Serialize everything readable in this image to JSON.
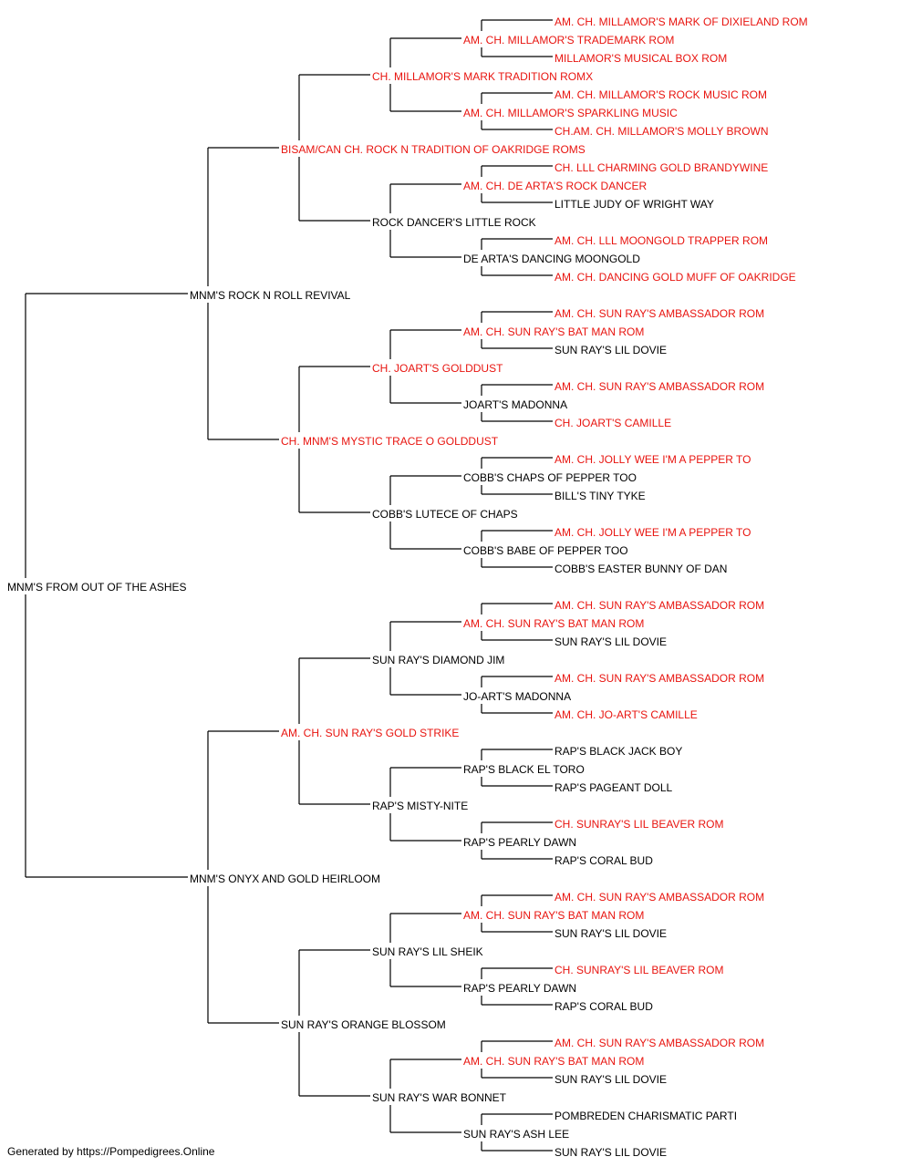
{
  "colors": {
    "champion": "#e8140f",
    "normal": "#000000",
    "line": "#000000"
  },
  "subject": {
    "name": "MNM'S FROM OUT OF THE ASHES",
    "champion": false
  },
  "generations": [
    [
      {
        "name": "MNM'S ROCK N ROLL REVIVAL",
        "champion": false
      },
      {
        "name": "MNM'S ONYX AND GOLD HEIRLOOM",
        "champion": false
      }
    ],
    [
      {
        "name": "BISAM/CAN CH. ROCK N TRADITION OF OAKRIDGE ROMS",
        "champion": true
      },
      {
        "name": "CH. MNM'S MYSTIC TRACE O GOLDDUST",
        "champion": true
      },
      {
        "name": "AM. CH. SUN RAY'S GOLD STRIKE",
        "champion": true
      },
      {
        "name": "SUN RAY'S ORANGE BLOSSOM",
        "champion": false
      }
    ],
    [
      {
        "name": "CH. MILLAMOR'S MARK TRADITION ROMX",
        "champion": true
      },
      {
        "name": "ROCK DANCER'S LITTLE ROCK",
        "champion": false
      },
      {
        "name": "CH. JOART'S GOLDDUST",
        "champion": true
      },
      {
        "name": "COBB'S LUTECE OF CHAPS",
        "champion": false
      },
      {
        "name": "SUN RAY'S DIAMOND JIM",
        "champion": false
      },
      {
        "name": "RAP'S MISTY-NITE",
        "champion": false
      },
      {
        "name": "SUN RAY'S LIL SHEIK",
        "champion": false
      },
      {
        "name": "SUN RAY'S WAR BONNET",
        "champion": false
      }
    ],
    [
      {
        "name": "AM. CH. MILLAMOR'S TRADEMARK ROM",
        "champion": true
      },
      {
        "name": "AM. CH. MILLAMOR'S SPARKLING MUSIC",
        "champion": true
      },
      {
        "name": "AM. CH. DE ARTA'S ROCK DANCER",
        "champion": true
      },
      {
        "name": "DE ARTA'S DANCING MOONGOLD",
        "champion": false
      },
      {
        "name": "AM. CH. SUN RAY'S BAT MAN ROM",
        "champion": true
      },
      {
        "name": "JOART'S MADONNA",
        "champion": false
      },
      {
        "name": "COBB'S CHAPS OF PEPPER TOO",
        "champion": false
      },
      {
        "name": "COBB'S BABE OF PEPPER TOO",
        "champion": false
      },
      {
        "name": "AM. CH. SUN RAY'S BAT MAN ROM",
        "champion": true
      },
      {
        "name": "JO-ART'S MADONNA",
        "champion": false
      },
      {
        "name": "RAP'S BLACK EL TORO",
        "champion": false
      },
      {
        "name": "RAP'S PEARLY DAWN",
        "champion": false
      },
      {
        "name": "AM. CH. SUN RAY'S BAT MAN ROM",
        "champion": true
      },
      {
        "name": "RAP'S PEARLY DAWN",
        "champion": false
      },
      {
        "name": "AM. CH. SUN RAY'S BAT MAN ROM",
        "champion": true
      },
      {
        "name": "SUN RAY'S ASH LEE",
        "champion": false
      }
    ],
    [
      {
        "name": "AM. CH. MILLAMOR'S MARK OF DIXIELAND ROM",
        "champion": true
      },
      {
        "name": "MILLAMOR'S MUSICAL BOX ROM",
        "champion": true
      },
      {
        "name": "AM. CH. MILLAMOR'S ROCK MUSIC ROM",
        "champion": true
      },
      {
        "name": "CH.AM. CH. MILLAMOR'S MOLLY BROWN",
        "champion": true
      },
      {
        "name": "CH. LLL CHARMING GOLD BRANDYWINE",
        "champion": true
      },
      {
        "name": "LITTLE JUDY OF WRIGHT WAY",
        "champion": false
      },
      {
        "name": "AM. CH. LLL MOONGOLD TRAPPER ROM",
        "champion": true
      },
      {
        "name": "AM. CH. DANCING GOLD MUFF OF OAKRIDGE",
        "champion": true
      },
      {
        "name": "AM. CH. SUN RAY'S AMBASSADOR ROM",
        "champion": true
      },
      {
        "name": "SUN RAY'S LIL DOVIE",
        "champion": false
      },
      {
        "name": "AM. CH. SUN RAY'S AMBASSADOR ROM",
        "champion": true
      },
      {
        "name": "CH. JOART'S CAMILLE",
        "champion": true
      },
      {
        "name": "AM. CH. JOLLY WEE I'M A PEPPER TO",
        "champion": true
      },
      {
        "name": "BILL'S TINY TYKE",
        "champion": false
      },
      {
        "name": "AM. CH. JOLLY WEE I'M A PEPPER TO",
        "champion": true
      },
      {
        "name": "COBB'S EASTER BUNNY OF DAN",
        "champion": false
      },
      {
        "name": "AM. CH. SUN RAY'S AMBASSADOR ROM",
        "champion": true
      },
      {
        "name": "SUN RAY'S LIL DOVIE",
        "champion": false
      },
      {
        "name": "AM. CH. SUN RAY'S AMBASSADOR ROM",
        "champion": true
      },
      {
        "name": "AM. CH. JO-ART'S CAMILLE",
        "champion": true
      },
      {
        "name": "RAP'S BLACK JACK BOY",
        "champion": false
      },
      {
        "name": "RAP'S PAGEANT DOLL",
        "champion": false
      },
      {
        "name": "CH. SUNRAY'S LIL BEAVER ROM",
        "champion": true
      },
      {
        "name": "RAP'S CORAL BUD",
        "champion": false
      },
      {
        "name": "AM. CH. SUN RAY'S AMBASSADOR ROM",
        "champion": true
      },
      {
        "name": "SUN RAY'S LIL DOVIE",
        "champion": false
      },
      {
        "name": "CH. SUNRAY'S LIL BEAVER ROM",
        "champion": true
      },
      {
        "name": "RAP'S CORAL BUD",
        "champion": false
      },
      {
        "name": "AM. CH. SUN RAY'S AMBASSADOR ROM",
        "champion": true
      },
      {
        "name": "SUN RAY'S LIL DOVIE",
        "champion": false
      },
      {
        "name": "POMBREDEN CHARISMATIC PARTI",
        "champion": false
      },
      {
        "name": "SUN RAY'S LIL DOVIE",
        "champion": false
      }
    ]
  ],
  "footer": "Generated by https://Pompedigrees.Online"
}
